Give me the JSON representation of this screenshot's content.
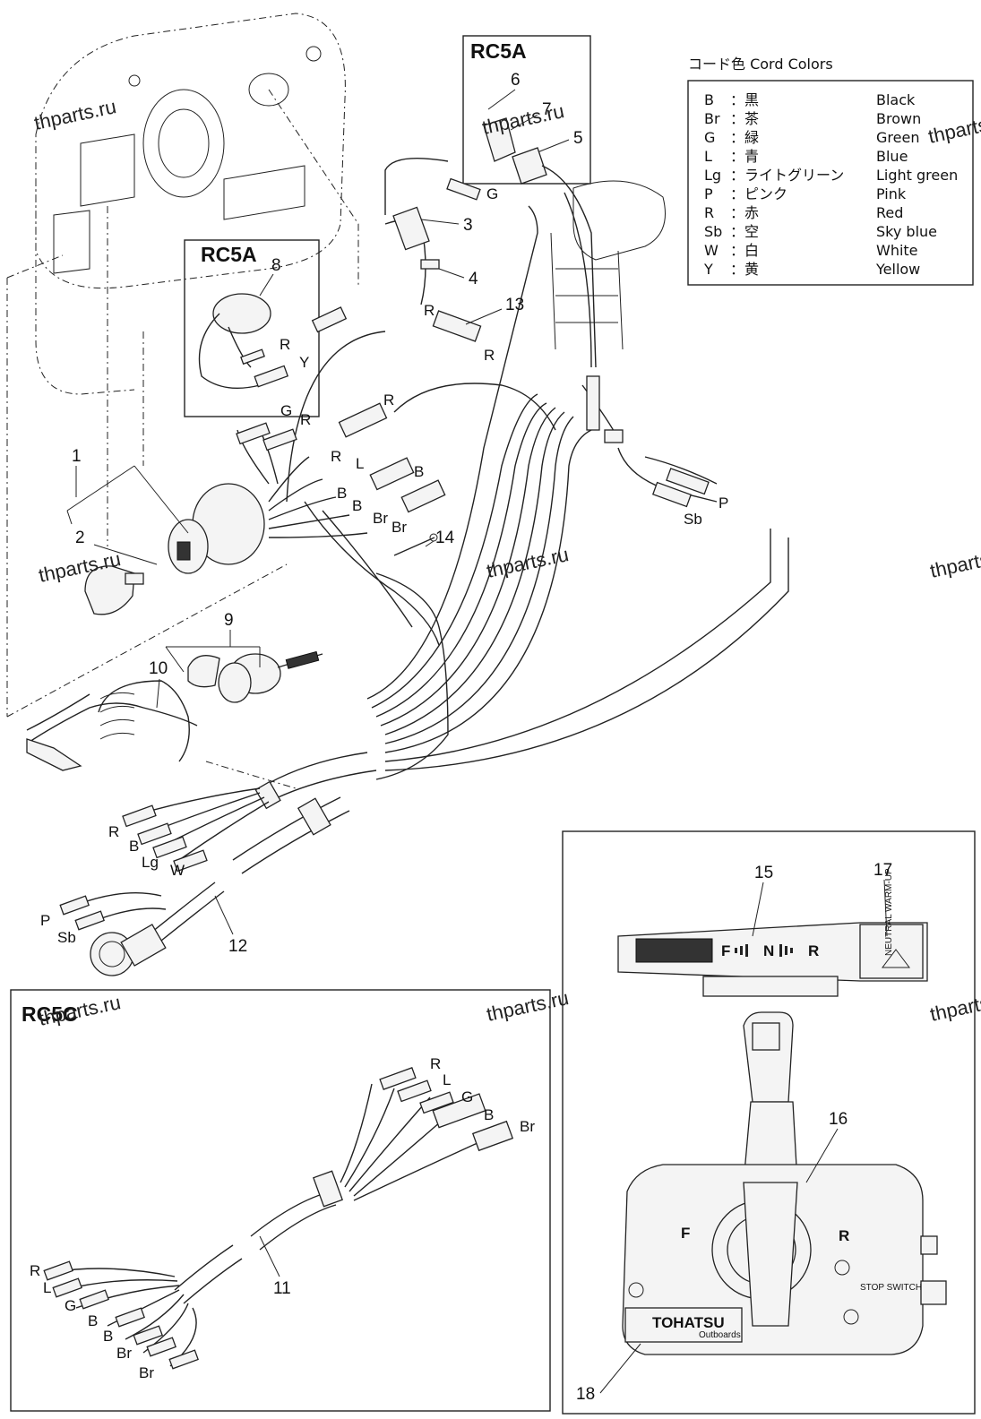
{
  "rc5a_top_box": {
    "title": "RC5A",
    "callouts": [
      "6",
      "7",
      "5"
    ]
  },
  "rc5a_inner_box": {
    "title": "RC5A",
    "callout": "8"
  },
  "rc5c_box": {
    "title": "RC5C"
  },
  "cord_colors": {
    "title": "コード色 Cord Colors",
    "entries": [
      {
        "code": "B",
        "jp": "：黒",
        "en": "Black"
      },
      {
        "code": "Br",
        "jp": "：茶",
        "en": "Brown"
      },
      {
        "code": "G",
        "jp": "：緑",
        "en": "Green"
      },
      {
        "code": "L",
        "jp": "：青",
        "en": "Blue"
      },
      {
        "code": "Lg",
        "jp": "：ライトグリーン",
        "en": "Light green"
      },
      {
        "code": "P",
        "jp": "：ピンク",
        "en": "Pink"
      },
      {
        "code": "R",
        "jp": "：赤",
        "en": "Red"
      },
      {
        "code": "Sb",
        "jp": "：空",
        "en": "Sky blue"
      },
      {
        "code": "W",
        "jp": "：白",
        "en": "White"
      },
      {
        "code": "Y",
        "jp": "：黄",
        "en": "Yellow"
      }
    ]
  },
  "callouts": {
    "p1": "1",
    "p2": "2",
    "p3": "3",
    "p4": "4",
    "p9": "9",
    "p10": "10",
    "p11": "11",
    "p12": "12",
    "p13": "13",
    "p14": "14",
    "p15": "15",
    "p16": "16",
    "p17": "17",
    "p18": "18"
  },
  "wire_tags": {
    "g_top": "G",
    "r_13": "R",
    "r_13b": "R",
    "r_8": "R",
    "y_8": "Y",
    "g_mid": "G",
    "r_mid": "R",
    "r_mid2": "R",
    "r_sw": "R",
    "l_sw": "L",
    "b_sw": "B",
    "b_sw2": "B",
    "b_sw3": "B",
    "br_sw": "Br",
    "br_sw2": "Br",
    "p_right": "P",
    "sb_right": "Sb",
    "harness_r": "R",
    "harness_b": "B",
    "harness_lg": "Lg",
    "harness_w": "W",
    "harness_p": "P",
    "harness_sb": "Sb",
    "rc5c_top_r": "R",
    "rc5c_top_l": "L",
    "rc5c_top_g": "G",
    "rc5c_top_b": "B",
    "rc5c_top_br": "Br",
    "rc5c_bot_r": "R",
    "rc5c_bot_l": "L",
    "rc5c_bot_g": "G",
    "rc5c_bot_b": "B",
    "rc5c_bot_b2": "B",
    "rc5c_bot_br": "Br",
    "rc5c_bot_br2": "Br"
  },
  "indicator": {
    "f": "F",
    "n": "N",
    "r": "R",
    "neutral_text": "NEUTRAL WARM-UP"
  },
  "control_box": {
    "f": "F",
    "r": "R",
    "stop_switch": "STOP SWITCH",
    "brand": "TOHATSU",
    "brand_sub": "Outboards"
  },
  "watermark": "thparts.ru"
}
